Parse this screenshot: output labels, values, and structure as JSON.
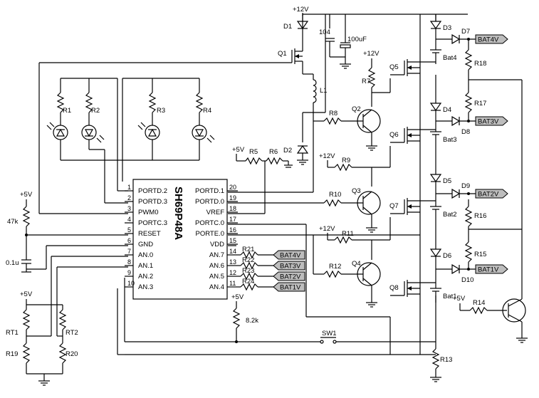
{
  "chip": {
    "name": "SH69P48A",
    "left_pins": [
      {
        "num": "1",
        "label": "PORTD.2"
      },
      {
        "num": "2",
        "label": "PORTD.3"
      },
      {
        "num": "3",
        "label": "PWM0"
      },
      {
        "num": "4",
        "label": "PORTC.3"
      },
      {
        "num": "5",
        "label": "RESET"
      },
      {
        "num": "6",
        "label": "GND"
      },
      {
        "num": "7",
        "label": "AN.0"
      },
      {
        "num": "8",
        "label": "AN.1"
      },
      {
        "num": "9",
        "label": "AN.2"
      },
      {
        "num": "10",
        "label": "AN.3"
      }
    ],
    "right_pins": [
      {
        "num": "20",
        "label": "PORTD.1"
      },
      {
        "num": "19",
        "label": "PORTD.0"
      },
      {
        "num": "18",
        "label": "VREF"
      },
      {
        "num": "17",
        "label": "PORTC.0"
      },
      {
        "num": "16",
        "label": "PORTE.0"
      },
      {
        "num": "15",
        "label": "VDD"
      },
      {
        "num": "14",
        "label": "AN.7"
      },
      {
        "num": "13",
        "label": "AN.6"
      },
      {
        "num": "12",
        "label": "AN.5"
      },
      {
        "num": "11",
        "label": "AN.4"
      }
    ]
  },
  "labels": {
    "v12_top": "+12V",
    "d1": "D1",
    "q1": "Q1",
    "c104": "104",
    "c100uf": "100uF",
    "l1": "L1",
    "d2": "D2",
    "r1": "R1",
    "r2": "R2",
    "r3": "R3",
    "r4": "R4",
    "v12_r7": "+12V",
    "r7": "R7",
    "q2": "Q2",
    "r8": "R8",
    "q5": "Q5",
    "q6": "Q6",
    "v12_r9": "+12V",
    "r9": "R9",
    "r10": "R10",
    "q3": "Q3",
    "q7": "Q7",
    "v12_r11": "+12V",
    "r11": "R11",
    "r12": "R12",
    "q4": "Q4",
    "q8": "Q8",
    "d3": "D3",
    "d4": "D4",
    "d5": "D5",
    "d6": "D6",
    "d7": "D7",
    "d8": "D8",
    "d9": "D9",
    "d10": "D10",
    "bat4": "Bat4",
    "bat3": "Bat3",
    "bat2": "Bat2",
    "bat1": "Bat1",
    "r13": "R13",
    "r14": "R14",
    "r15": "R15",
    "r16": "R16",
    "r17": "R17",
    "r18": "R18",
    "v5_r5": "+5V",
    "r5": "R5",
    "r6": "R6",
    "r21": "R21",
    "r22": "R22",
    "r23": "R23",
    "r24": "R24",
    "v5_vdd": "+5V",
    "r82k": "8.2k",
    "sw1": "SW1",
    "v5_reset": "+5V",
    "r47k": "47k",
    "c01u": "0.1u",
    "v5_rt": "+5V",
    "rt1": "RT1",
    "rt2": "RT2",
    "r19": "R19",
    "r20": "R20",
    "v5_r14": "+5V"
  },
  "flags": {
    "bat4v": "BAT4V",
    "bat3v": "BAT3V",
    "bat2v": "BAT2V",
    "bat1v": "BAT1V",
    "in4": "BAT4V",
    "in3": "BAT3V",
    "in2": "BAT2V",
    "in1": "BAT1V"
  }
}
